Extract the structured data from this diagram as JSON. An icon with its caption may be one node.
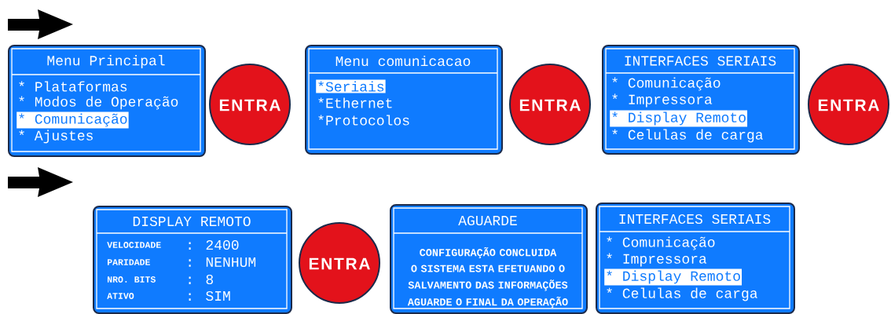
{
  "diagram": {
    "nodes": [
      {
        "text": [
          "Menu Principal",
          "* Plataformas",
          "* Modos de Operação",
          "* Comunicação",
          "* Ajustes"
        ]
      },
      {
        "text": [
          "ENTRA"
        ]
      },
      {
        "text": [
          "Menu comunicacao",
          "*Seriais",
          "*Ethernet",
          "*Protocolos"
        ]
      },
      {
        "text": [
          "ENTRA"
        ]
      },
      {
        "text": [
          "INTERFACES SERIAIS",
          "* Comunicação",
          "* Impressora",
          "* Display Remoto",
          "* Celulas de carga"
        ]
      },
      {
        "text": [
          "ENTRA"
        ]
      },
      {
        "text": [
          "DISPLAY REMOTO",
          "VELOCIDADE",
          ": 2400",
          "PARIDADE",
          ": NENHUM",
          "NRO. BITS",
          ": 8",
          "ATIVO",
          ": SIM"
        ]
      },
      {
        "text": [
          "ENTRA"
        ]
      },
      {
        "text": [
          "AGUARDE",
          "CONFIGURAÇÃO CONCLUIDA",
          "O SISTEMA ESTA EFETUANDO O SALVAMENTO DAS INFORMAÇÕES",
          "AGUARDE O FINAL DA OPERAÇÃO"
        ]
      },
      {
        "text": [
          "INTERFACES SERIAIS",
          "* Comunicação",
          "* Impressora",
          "* Display Remoto",
          "* Celulas de carga"
        ]
      }
    ]
  }
}
